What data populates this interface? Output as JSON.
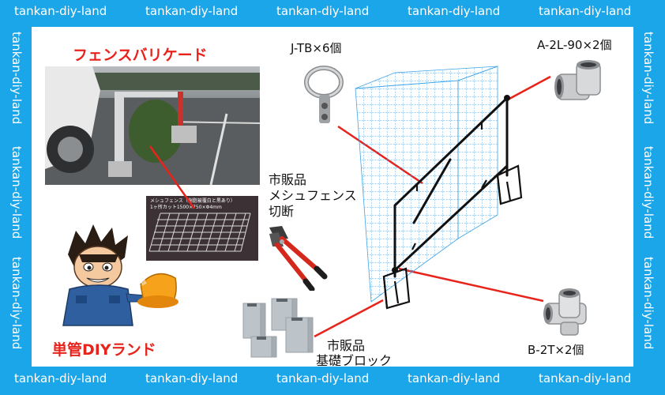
{
  "watermark": "tankan-diy-land",
  "titles": {
    "fence_barricade": "フェンスバリケード",
    "brand": "単管DIYランド"
  },
  "labels": {
    "jtb": "J-TB×6個",
    "a2l": "A-2L-90×2個",
    "b2t": "B-2T×2個",
    "mesh_line1": "市販品",
    "mesh_line2": "メシュフェンス",
    "mesh_line3": "切断",
    "block_line1": "市販品",
    "block_line2": "基礎ブロック"
  },
  "mesh_photo_caption": {
    "line1": "メシュフェンス（樹脂被覆白と黒あり）",
    "line2": "1ヶ所カット1500×750×Φ4mm"
  },
  "colors": {
    "frame_blue": "#1aa6e8",
    "accent_red": "#e8231b",
    "grid_blue": "#3fa4e8"
  }
}
